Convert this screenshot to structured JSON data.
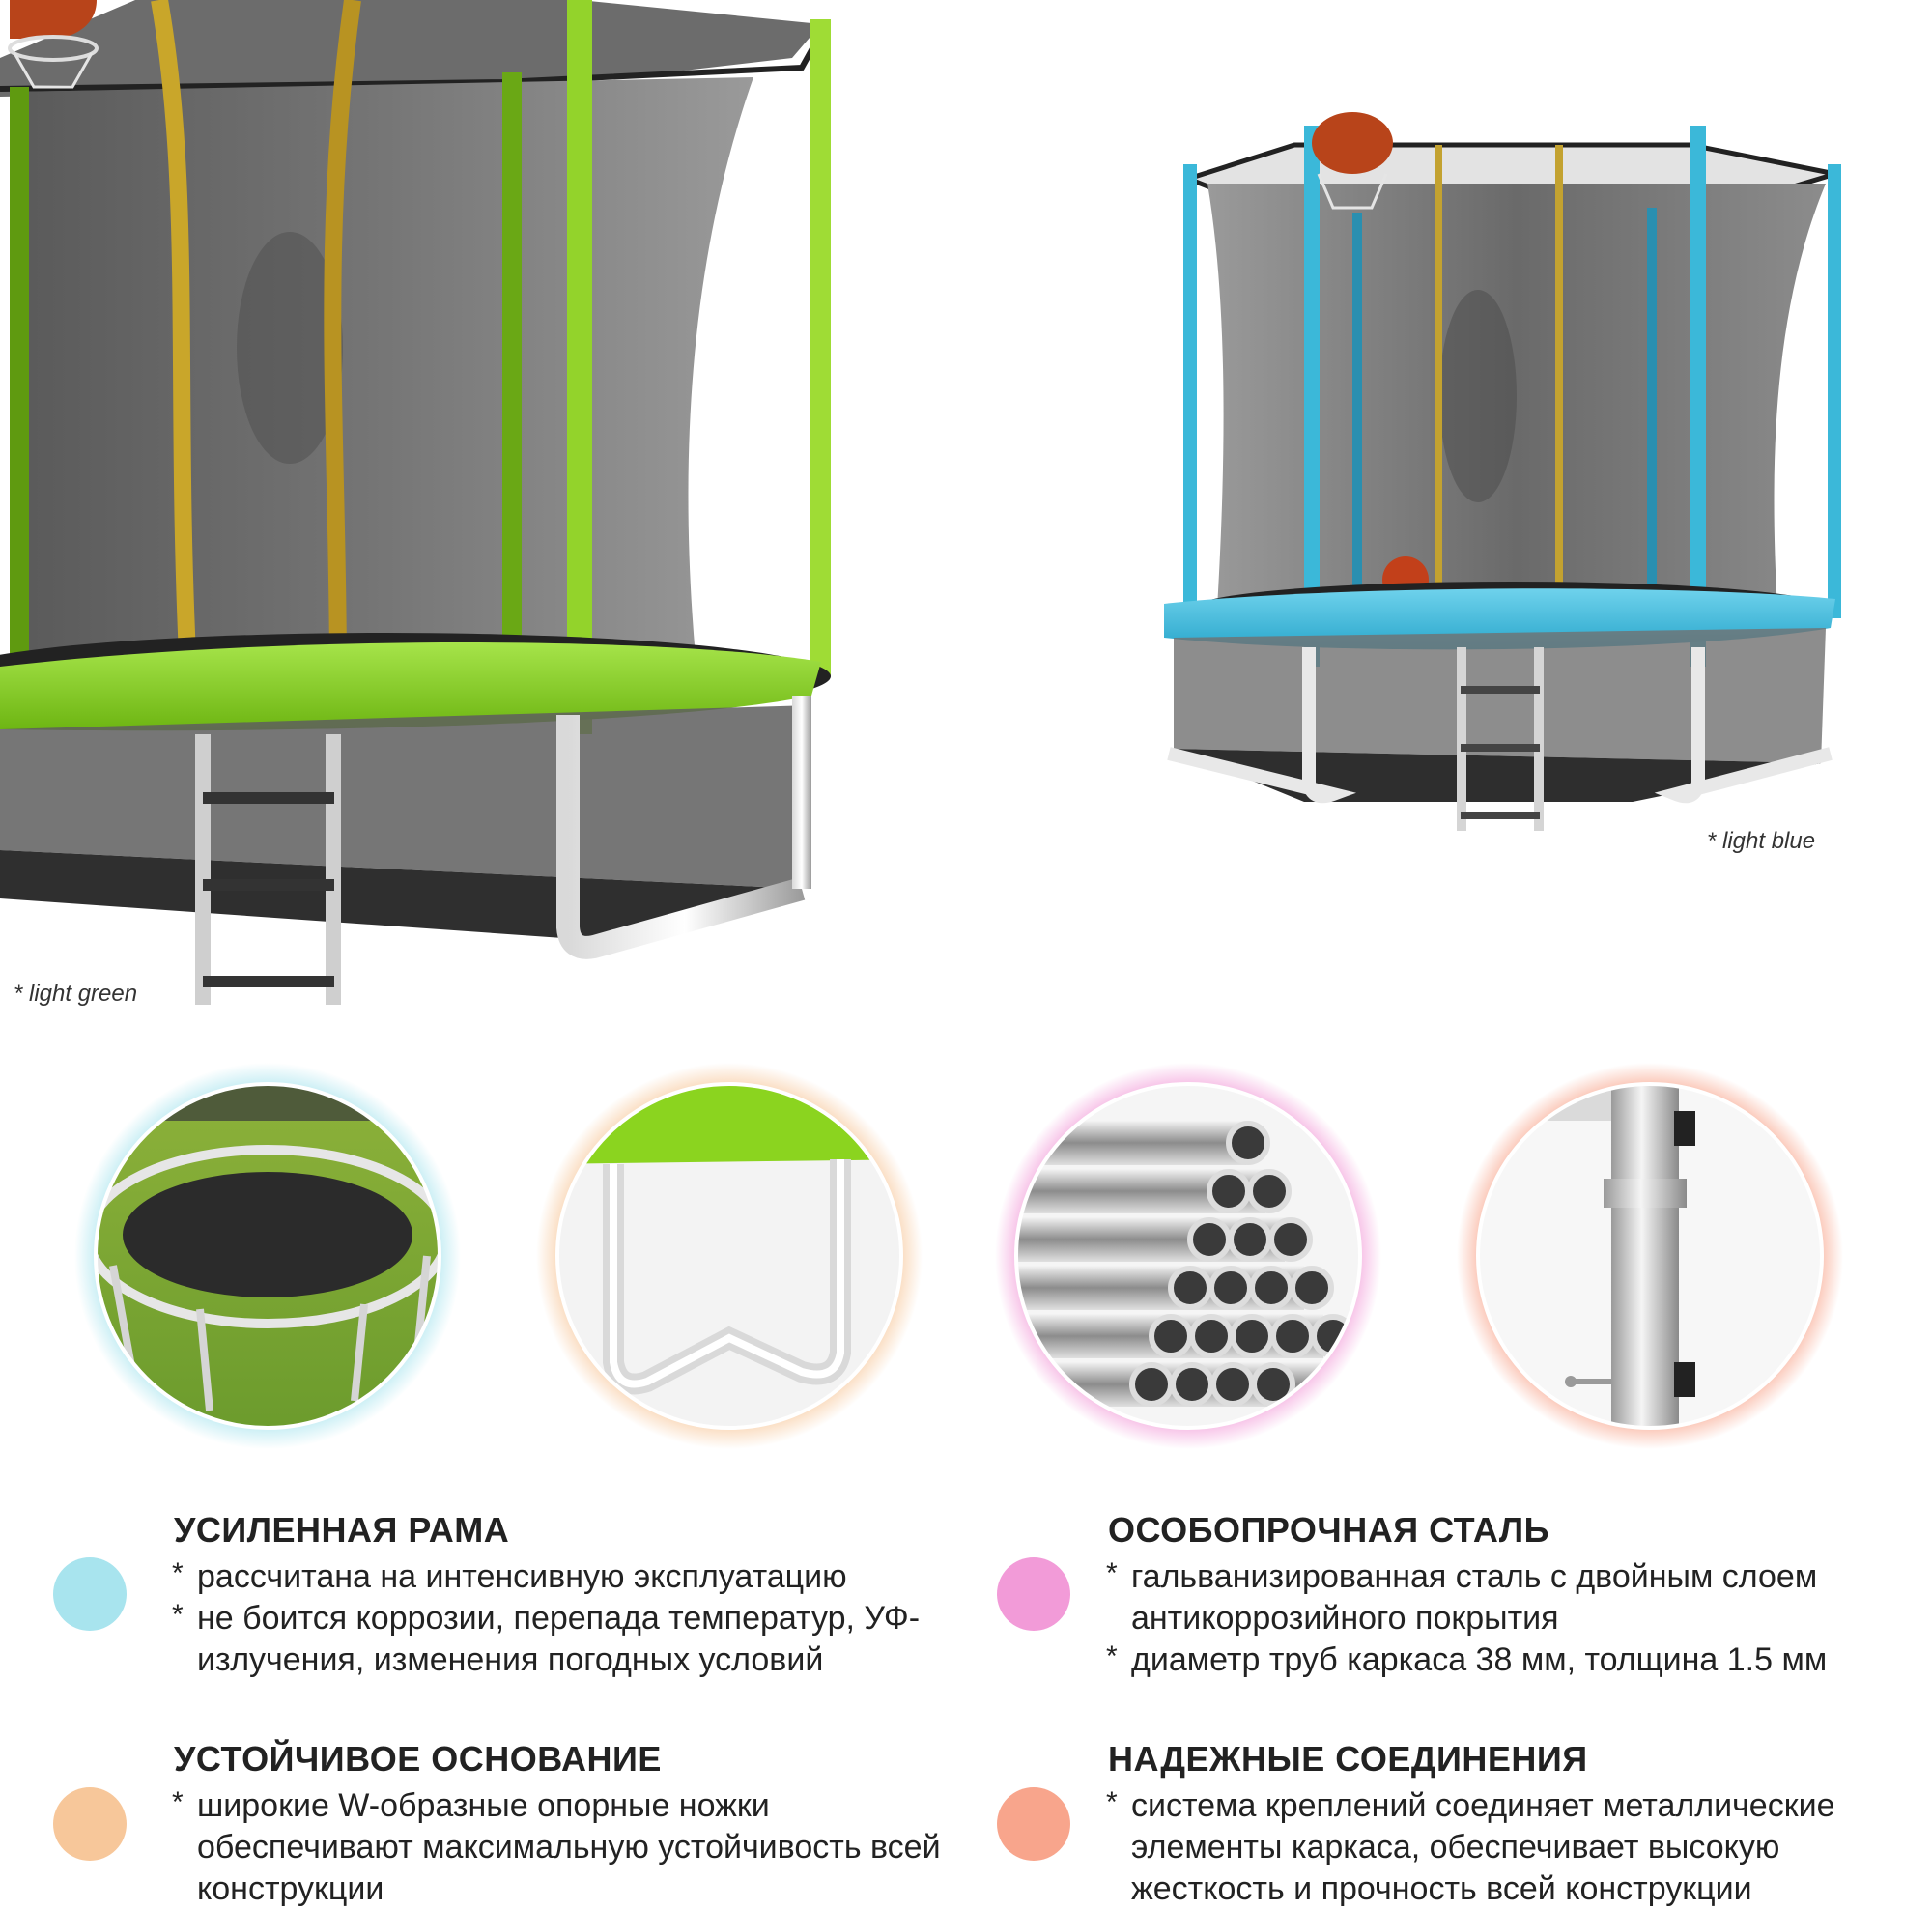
{
  "captions": {
    "green": "* light green",
    "blue": "* light blue"
  },
  "colors": {
    "green_frame": "#8bd41f",
    "blue_frame": "#3bb8d9",
    "frame_glow": "#a8e4ee",
    "base_glow": "#f7c79a",
    "steel_glow": "#f29bd8",
    "joint_glow": "#f8a58c"
  },
  "features": [
    {
      "title": "УСИЛЕННАЯ РАМА",
      "bullets": [
        "рассчитана на интенсивную эксплуатацию",
        "не боится коррозии, перепада температур, УФ-излучения, изменения погодных условий"
      ],
      "dot_color": "#a8e4ee"
    },
    {
      "title": "ОСОБОПРОЧНАЯ СТАЛЬ",
      "bullets": [
        "гальванизированная сталь с двойным слоем антикоррозийного покрытия",
        "диаметр труб каркаса 38 мм, толщина 1.5 мм"
      ],
      "dot_color": "#f29bd8"
    },
    {
      "title": "УСТОЙЧИВОЕ ОСНОВАНИЕ",
      "bullets": [
        "широкие W-образные опорные ножки обеспечивают максимальную устойчивость всей конструкции"
      ],
      "dot_color": "#f7c79a"
    },
    {
      "title": "НАДЕЖНЫЕ СОЕДИНЕНИЯ",
      "bullets": [
        "система креплений соединяет металлические элементы каркаса, обеспечивает высокую жесткость и прочность всей конструкции"
      ],
      "dot_color": "#f8a58c"
    }
  ],
  "bullet_marker": "*"
}
